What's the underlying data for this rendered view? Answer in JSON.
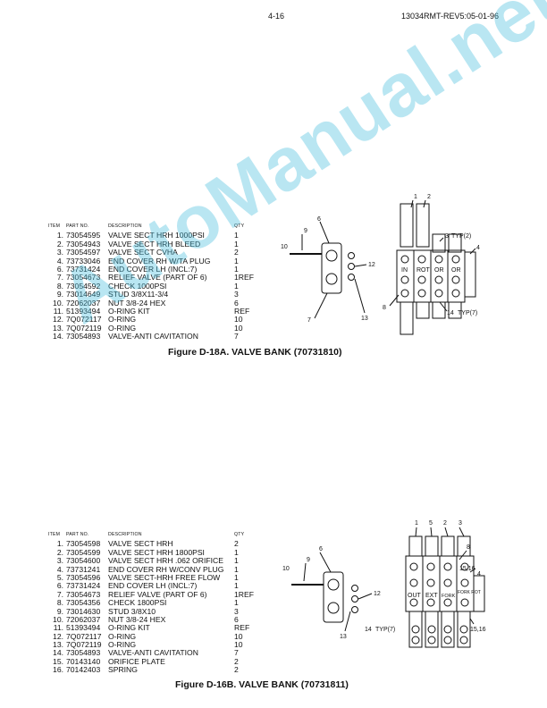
{
  "header": {
    "page_number": "4-16",
    "doc_ref": "13034RMT-REV5:05-01-96"
  },
  "watermark": "AutoManual.net",
  "columns": {
    "item": "ITEM",
    "part_no": "PART NO.",
    "description": "DESCRIPTION",
    "qty": "QTY"
  },
  "figure_a": {
    "title": "Figure D-18A.  VALVE BANK (70731810)",
    "parts": [
      {
        "item": "1.",
        "part_no": "73054595",
        "description": "VALVE SECT HRH 1000PSI",
        "qty": "1"
      },
      {
        "item": "2.",
        "part_no": "73054943",
        "description": "VALVE SECT HRH BLEED",
        "qty": "1"
      },
      {
        "item": "3.",
        "part_no": "73054597",
        "description": "VALVE SECT CVHA",
        "qty": "2"
      },
      {
        "item": "4.",
        "part_no": "73733046",
        "description": "END COVER RH W/TA PLUG",
        "qty": "1"
      },
      {
        "item": "6.",
        "part_no": "73731424",
        "description": "END COVER LH (INCL:7)",
        "qty": "1"
      },
      {
        "item": "7.",
        "part_no": "73054673",
        "description": "RELIEF VALVE (PART OF 6)",
        "qty": "1REF"
      },
      {
        "item": "8.",
        "part_no": "73054592",
        "description": "CHECK 1000PSI",
        "qty": "1"
      },
      {
        "item": "9.",
        "part_no": "73014649",
        "description": "STUD 3/8X11-3/4",
        "qty": "3"
      },
      {
        "item": "10.",
        "part_no": "72062037",
        "description": "NUT 3/8-24 HEX",
        "qty": "6"
      },
      {
        "item": "11.",
        "part_no": "51393494",
        "description": "O-RING KIT",
        "qty": "REF"
      },
      {
        "item": "12.",
        "part_no": "7Q072117",
        "description": "O-RING",
        "qty": "10"
      },
      {
        "item": "13.",
        "part_no": "7Q072119",
        "description": "O-RING",
        "qty": "10"
      },
      {
        "item": "14.",
        "part_no": "73054893",
        "description": "VALVE-ANTI CAVITATION",
        "qty": "7"
      }
    ],
    "callouts": [
      "1",
      "2",
      "3",
      "TYP(2)",
      "4",
      "6",
      "9",
      "10",
      "12",
      "13",
      "7",
      "8",
      "14",
      "TYP(7)"
    ],
    "section_labels": [
      "IN",
      "ROT",
      "OR",
      "OR"
    ]
  },
  "figure_b": {
    "title": "Figure D-16B.  VALVE BANK (70731811)",
    "parts": [
      {
        "item": "1.",
        "part_no": "73054598",
        "description": "VALVE SECT HRH",
        "qty": "2"
      },
      {
        "item": "2.",
        "part_no": "73054599",
        "description": "VALVE SECT HRH 1800PSI",
        "qty": "1"
      },
      {
        "item": "3.",
        "part_no": "73054600",
        "description": "VALVE SECT HRH .062 ORIFICE",
        "qty": "1"
      },
      {
        "item": "4.",
        "part_no": "73731241",
        "description": "END COVER RH W/CONV PLUG",
        "qty": "1"
      },
      {
        "item": "5.",
        "part_no": "73054596",
        "description": "VALVE SECT-HRH FREE FLOW",
        "qty": "1"
      },
      {
        "item": "6.",
        "part_no": "73731424",
        "description": "END COVER LH (INCL:7)",
        "qty": "1"
      },
      {
        "item": "7.",
        "part_no": "73054673",
        "description": "RELIEF VALVE (PART OF 6)",
        "qty": "1REF"
      },
      {
        "item": "8.",
        "part_no": "73054356",
        "description": "CHECK 1800PSI",
        "qty": "1"
      },
      {
        "item": "9.",
        "part_no": "73014630",
        "description": "STUD 3/8X10",
        "qty": "3"
      },
      {
        "item": "10.",
        "part_no": "72062037",
        "description": "NUT 3/8-24 HEX",
        "qty": "6"
      },
      {
        "item": "11.",
        "part_no": "51393494",
        "description": "O-RING KIT",
        "qty": "REF"
      },
      {
        "item": "12.",
        "part_no": "7Q072117",
        "description": "O-RING",
        "qty": "10"
      },
      {
        "item": "13.",
        "part_no": "7Q072119",
        "description": "O-RING",
        "qty": "10"
      },
      {
        "item": "14.",
        "part_no": "73054893",
        "description": "VALVE-ANTI CAVITATION",
        "qty": "7"
      },
      {
        "item": "15.",
        "part_no": "70143140",
        "description": "ORIFICE PLATE",
        "qty": "2"
      },
      {
        "item": "16.",
        "part_no": "70142403",
        "description": "SPRING",
        "qty": "2"
      }
    ],
    "callouts": [
      "1",
      "5",
      "2",
      "3",
      "8",
      "15,16",
      "4",
      "6",
      "9",
      "10",
      "12",
      "13",
      "14",
      "TYP(7)",
      "15,16"
    ],
    "section_labels": [
      "OUT",
      "EXT",
      "FORK",
      "FORK ROT"
    ]
  }
}
